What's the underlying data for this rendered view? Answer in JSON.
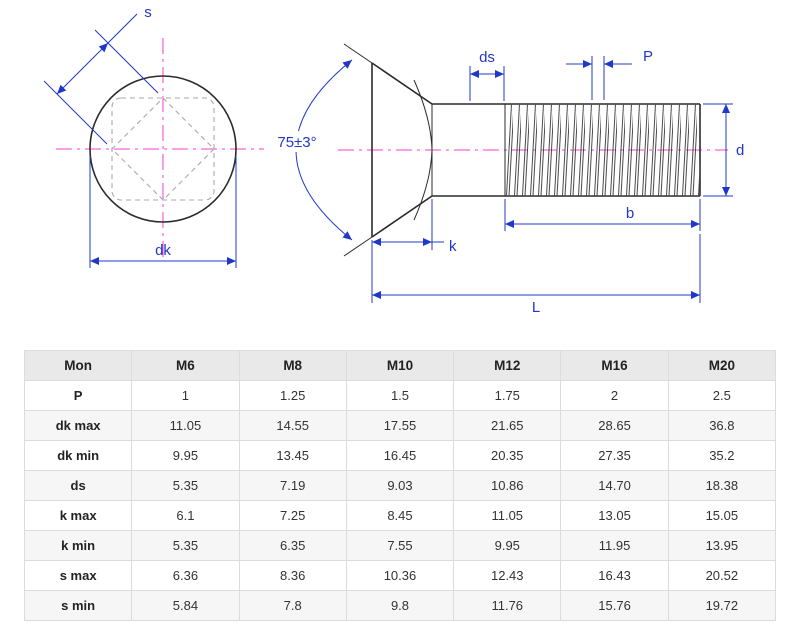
{
  "drawing": {
    "labels": {
      "s": "s",
      "dk": "dk",
      "angle": "75±3°",
      "ds": "ds",
      "p": "P",
      "d": "d",
      "b": "b",
      "k": "k",
      "l": "L"
    },
    "colors": {
      "dimension": "#2038c8",
      "centerline": "#ff3dcf",
      "outline": "#2b2b2b",
      "hidden": "#a9a9a9"
    }
  },
  "table": {
    "headers": [
      "Mon",
      "M6",
      "M8",
      "M10",
      "M12",
      "M16",
      "M20"
    ],
    "rows": [
      {
        "label": "P",
        "values": [
          "1",
          "1.25",
          "1.5",
          "1.75",
          "2",
          "2.5"
        ]
      },
      {
        "label": "dk max",
        "values": [
          "11.05",
          "14.55",
          "17.55",
          "21.65",
          "28.65",
          "36.8"
        ]
      },
      {
        "label": "dk min",
        "values": [
          "9.95",
          "13.45",
          "16.45",
          "20.35",
          "27.35",
          "35.2"
        ]
      },
      {
        "label": "ds",
        "values": [
          "5.35",
          "7.19",
          "9.03",
          "10.86",
          "14.70",
          "18.38"
        ]
      },
      {
        "label": "k max",
        "values": [
          "6.1",
          "7.25",
          "8.45",
          "11.05",
          "13.05",
          "15.05"
        ]
      },
      {
        "label": "k min",
        "values": [
          "5.35",
          "6.35",
          "7.55",
          "9.95",
          "11.95",
          "13.95"
        ]
      },
      {
        "label": "s max",
        "values": [
          "6.36",
          "8.36",
          "10.36",
          "12.43",
          "16.43",
          "20.52"
        ]
      },
      {
        "label": "s min",
        "values": [
          "5.84",
          "7.8",
          "9.8",
          "11.76",
          "15.76",
          "19.72"
        ]
      }
    ]
  }
}
